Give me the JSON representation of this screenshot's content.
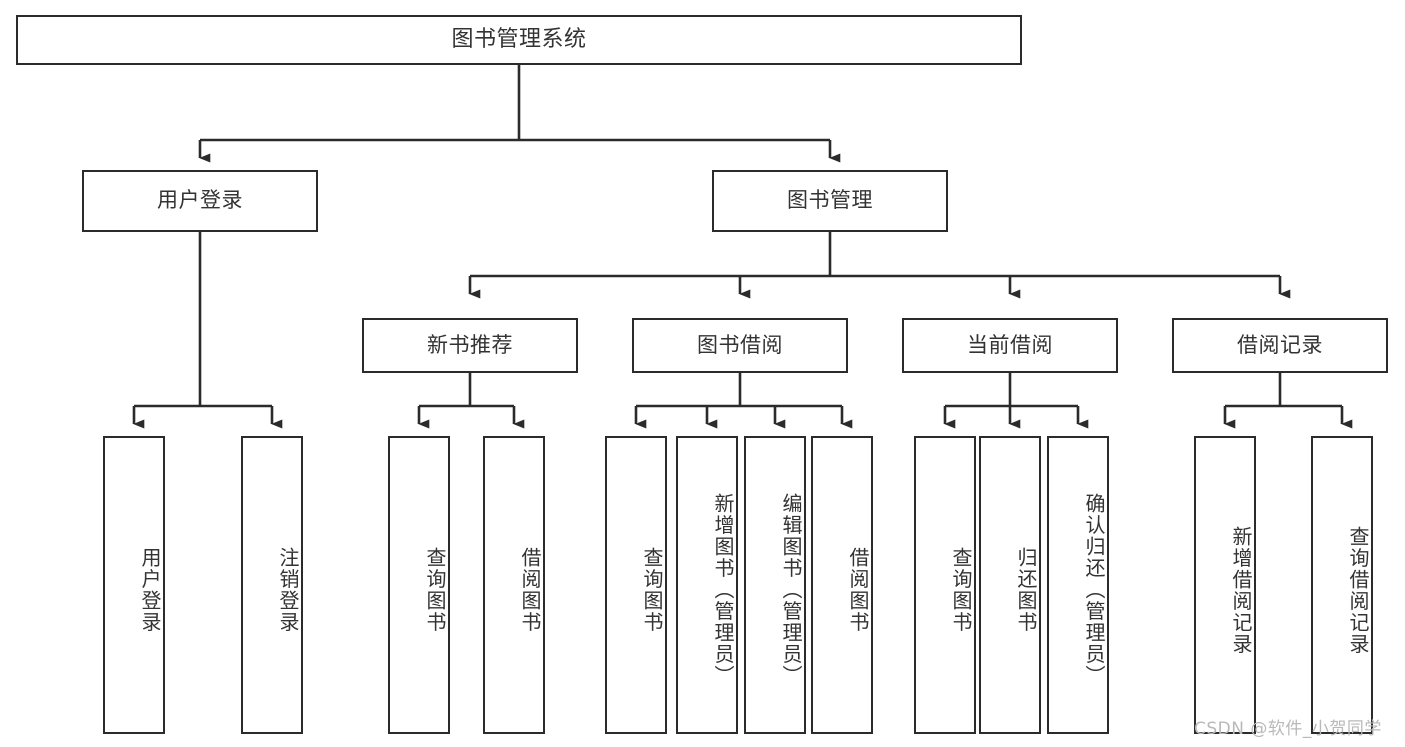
{
  "diagram": {
    "title": "图书管理系统",
    "type": "tree-hierarchy",
    "colors": {
      "border": "#2b2b2b",
      "text": "#333333",
      "background": "#ffffff",
      "connector": "#2b2b2b",
      "watermark": "#b9b9b9"
    },
    "nodes": {
      "root": {
        "label": "图书管理系统"
      },
      "level2": [
        {
          "label": "用户登录"
        },
        {
          "label": "图书管理"
        }
      ],
      "level3": [
        {
          "label": "新书推荐"
        },
        {
          "label": "图书借阅"
        },
        {
          "label": "当前借阅"
        },
        {
          "label": "借阅记录"
        }
      ],
      "leaves": {
        "user_login": [
          {
            "label": "用户登录"
          },
          {
            "label": "注销登录"
          }
        ],
        "new_book_recommend": [
          {
            "label": "查询图书"
          },
          {
            "label": "借阅图书"
          }
        ],
        "book_borrow": [
          {
            "label": "查询图书"
          },
          {
            "label": "新增图书（管理员）"
          },
          {
            "label": "编辑图书（管理员）"
          },
          {
            "label": "借阅图书"
          }
        ],
        "current_borrow": [
          {
            "label": "查询图书"
          },
          {
            "label": "归还图书"
          },
          {
            "label": "确认归还（管理员）"
          }
        ],
        "borrow_record": [
          {
            "label": "新增借阅记录"
          },
          {
            "label": "查询借阅记录"
          }
        ]
      }
    },
    "watermark": "CSDN @软件_小贺同学"
  }
}
